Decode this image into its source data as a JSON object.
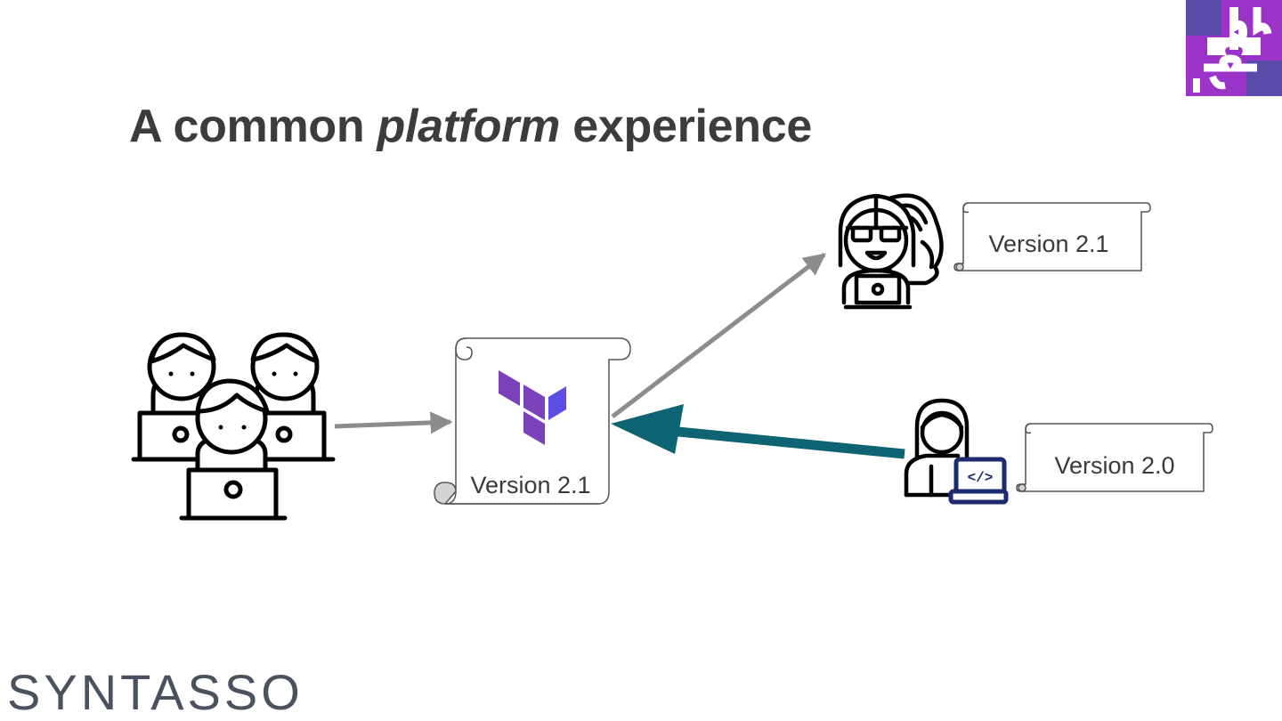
{
  "title": {
    "before": "A common ",
    "emphasis": "platform",
    "after": " experience"
  },
  "center_scroll": {
    "label": "Version 2.1"
  },
  "consumer_top": {
    "label": "Version 2.1"
  },
  "consumer_bottom": {
    "label": "Version 2.0"
  },
  "brand": {
    "name": "SYNTASSO"
  },
  "colors": {
    "title": "#3c3c3c",
    "arrow_gray": "#8c8c8c",
    "arrow_teal": "#0e6472",
    "terraform": "#7b42bc",
    "logo_purple": "#9a33c7",
    "logo_blue": "#5a4aa8",
    "brand": "#4a5260"
  },
  "icons": [
    "team-icon",
    "terraform-icon",
    "developer-woman-icon",
    "developer-laptop-icon",
    "syntasso-puzzle-logo"
  ]
}
